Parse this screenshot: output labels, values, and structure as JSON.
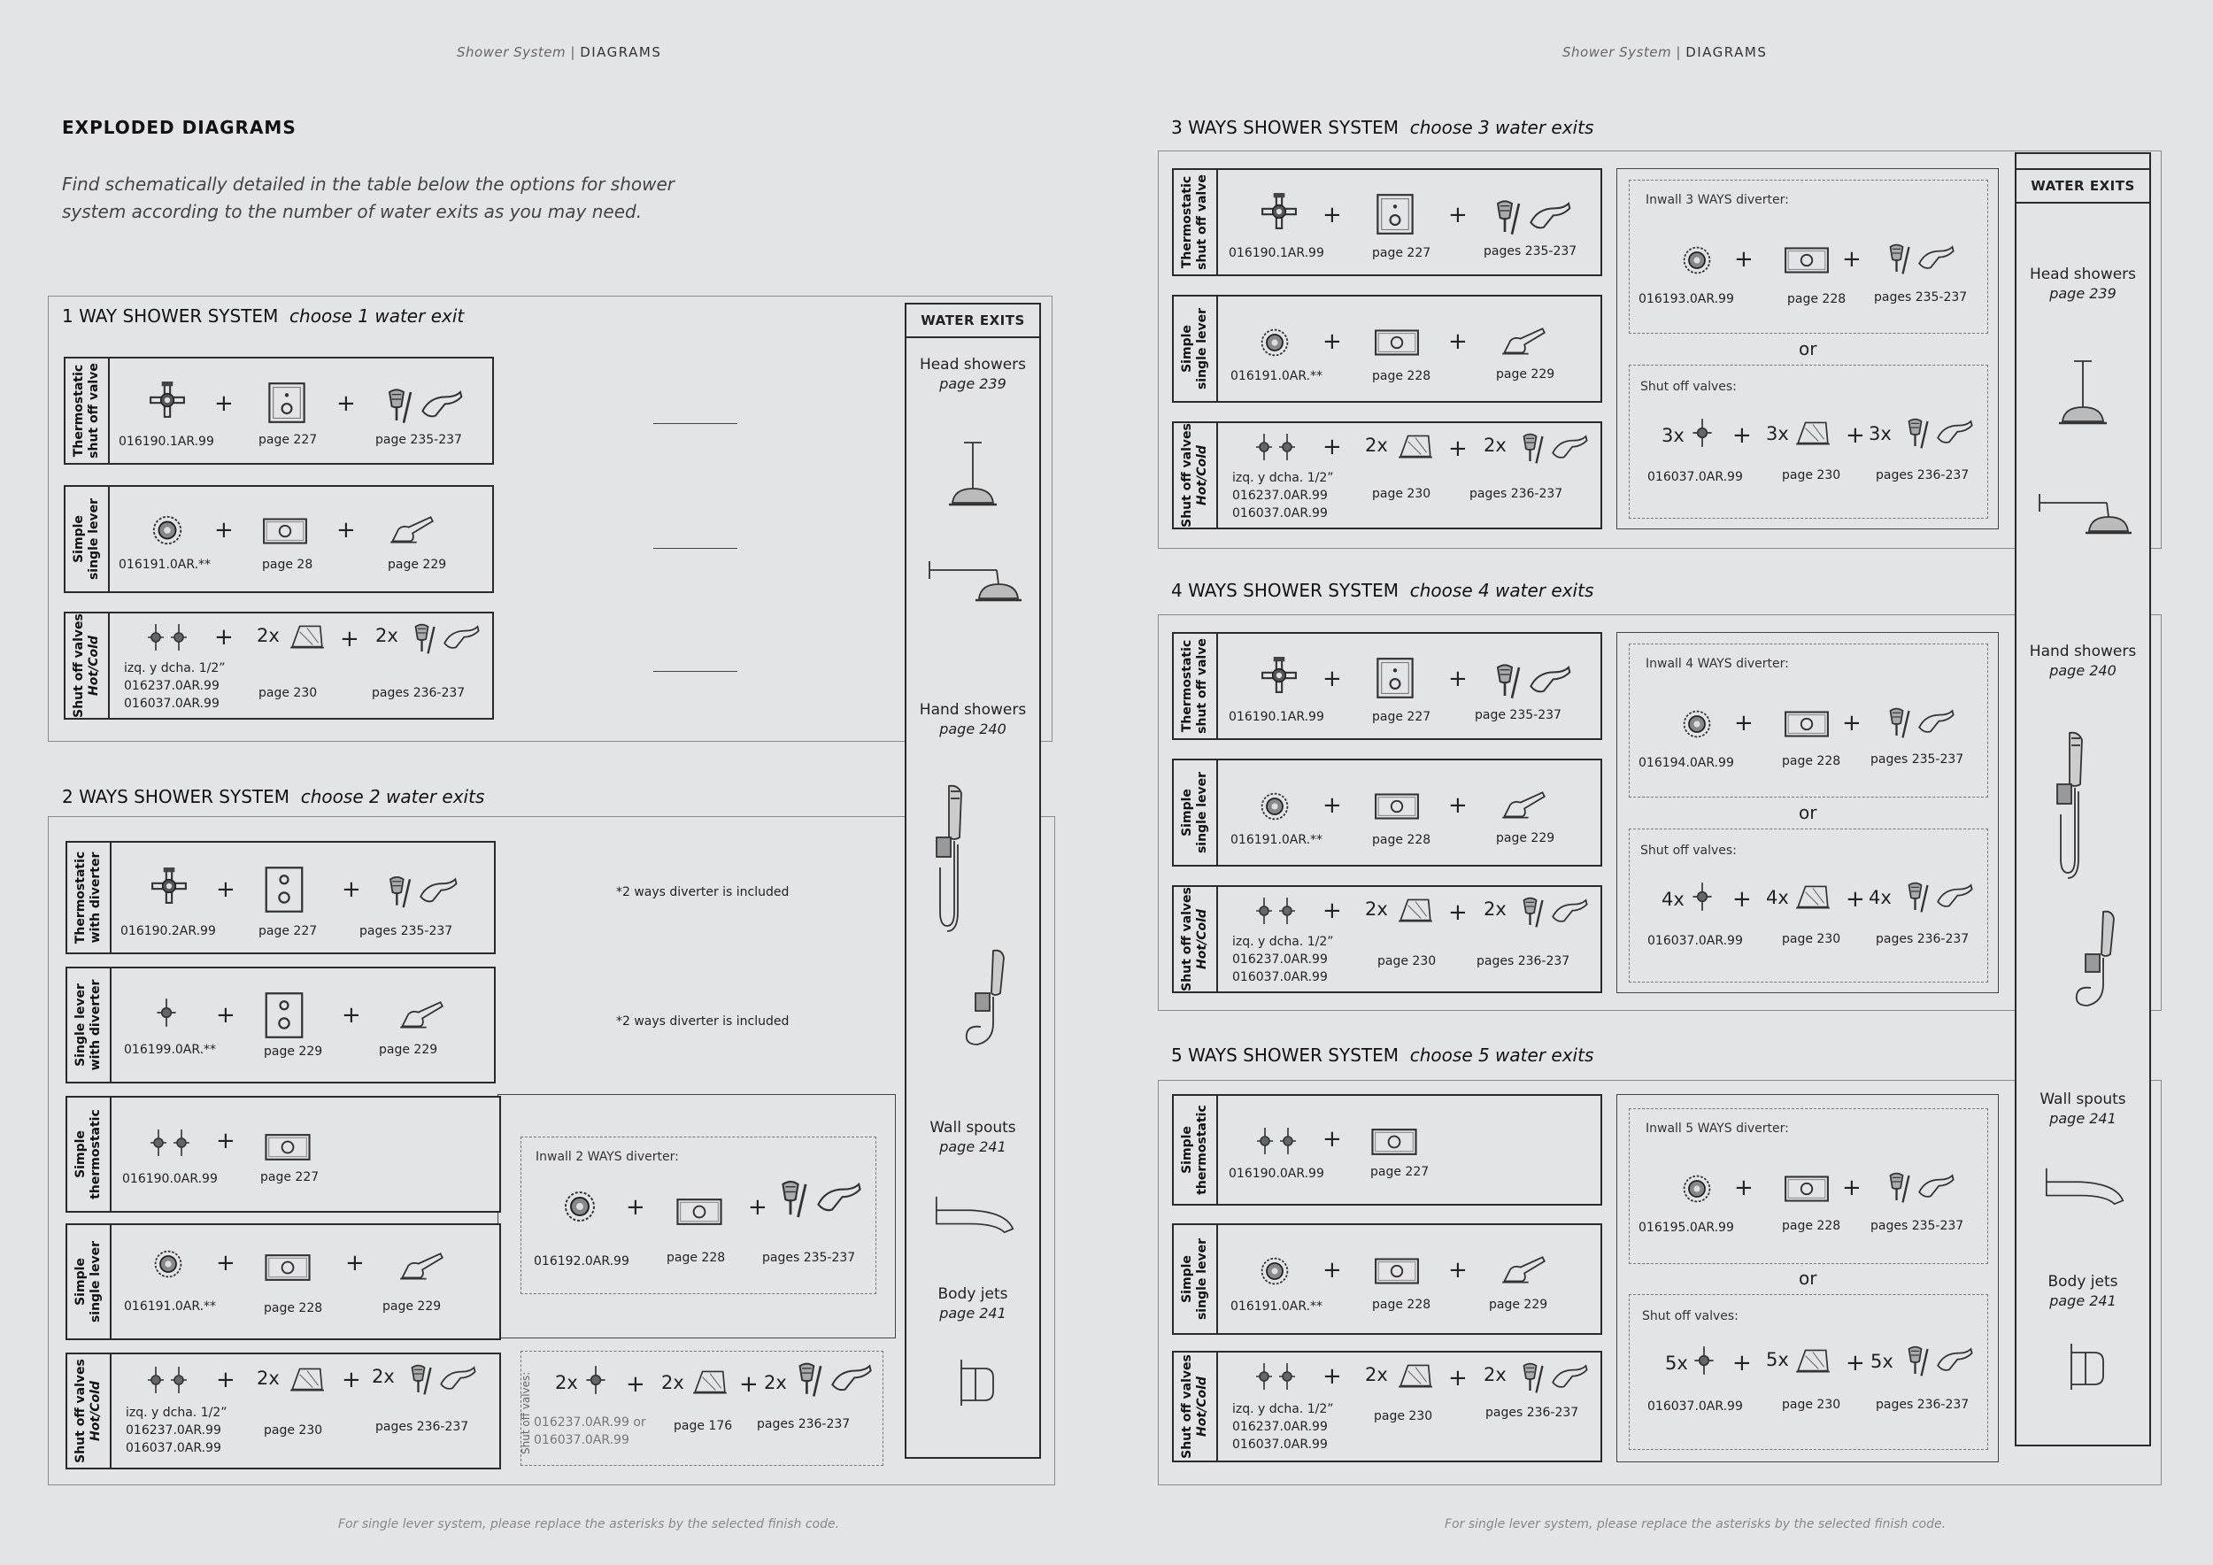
{
  "header": {
    "left_title": "Shower System",
    "left_section": "DIAGRAMS",
    "right_title": "Shower System",
    "right_section": "DIAGRAMS",
    "sep": "|"
  },
  "intro": {
    "heading": "EXPLODED DIAGRAMS",
    "text": "Find schematically detailed in the table below the options for shower system according to the number of water exits as you may need."
  },
  "labels": {
    "thermostatic": "Thermostatic\nshut off valve",
    "simple_single": "Simple\nsingle lever",
    "shut_off": "Shut off valves",
    "hot_cold": "Hot/Cold",
    "thermo_div": "Thermostatic\nwith diverter",
    "single_div": "Single lever\nwith diverter",
    "simple_thermo": "Simple\nthermostatic"
  },
  "common": {
    "plus": "+",
    "or": "or",
    "izq": "izq. y dcha. 1/2”",
    "c1": "016237.0AR.99",
    "c2": "016037.0AR.99",
    "shutoff_label": "Shut off valves:",
    "shutoff_v": "Shut off valves:",
    "diverter_note": "*2 ways diverter is included"
  },
  "s1": {
    "title": "1 WAY SHOWER SYSTEM",
    "sub": "choose 1 water exit",
    "r1": {
      "code": "016190.1AR.99",
      "p1": "page 227",
      "p2": "page 235-237"
    },
    "r2": {
      "code": "016191.0AR.**",
      "p1": "page 28",
      "p2": "page 229"
    },
    "r3": {
      "m1": "2x",
      "m2": "2x",
      "p1": "page 230",
      "p2": "pages 236-237"
    }
  },
  "s2": {
    "title": "2 WAYS SHOWER SYSTEM",
    "sub": "choose 2 water exits",
    "r1": {
      "code": "016190.2AR.99",
      "p1": "page 227",
      "p2": "pages 235-237"
    },
    "r2": {
      "code": "016199.0AR.**",
      "p1": "page 229",
      "p2": "page 229"
    },
    "r3": {
      "code": "016190.0AR.99",
      "p1": "page 227"
    },
    "r4": {
      "code": "016191.0AR.**",
      "p1": "page 228",
      "p2": "page 229"
    },
    "inwall": {
      "label": "Inwall 2 WAYS diverter:",
      "code": "016192.0AR.99",
      "p1": "page 228",
      "p2": "pages 235-237"
    },
    "r5": {
      "m1": "2x",
      "m2": "2x",
      "p1": "page 230",
      "p2": "pages 236-237"
    },
    "shut": {
      "m1": "2x",
      "m2": "2x",
      "m3": "2x",
      "code": "016237.0AR.99 or\n016037.0AR.99",
      "p1": "page 176",
      "p2": "pages 236-237"
    }
  },
  "s3": {
    "title": "3 WAYS SHOWER SYSTEM",
    "sub": "choose 3 water exits",
    "r1": {
      "code": "016190.1AR.99",
      "p1": "page 227",
      "p2": "pages 235-237"
    },
    "r2": {
      "code": "016191.0AR.**",
      "p1": "page 228",
      "p2": "page 229"
    },
    "r3": {
      "m1": "2x",
      "m2": "2x",
      "p1": "page 230",
      "p2": "pages 236-237"
    },
    "inwall": {
      "label": "Inwall 3 WAYS diverter:",
      "code": "016193.0AR.99",
      "p1": "page 228",
      "p2": "pages 235-237"
    },
    "shut": {
      "m1": "3x",
      "m2": "3x",
      "m3": "3x",
      "code": "016037.0AR.99",
      "p1": "page 230",
      "p2": "pages 236-237"
    }
  },
  "s4": {
    "title": "4 WAYS SHOWER SYSTEM",
    "sub": "choose 4 water exits",
    "r1": {
      "code": "016190.1AR.99",
      "p1": "page 227",
      "p2": "page 235-237"
    },
    "r2": {
      "code": "016191.0AR.**",
      "p1": "page 228",
      "p2": "page 229"
    },
    "r3": {
      "m1": "2x",
      "m2": "2x",
      "p1": "page 230",
      "p2": "pages 236-237"
    },
    "inwall": {
      "label": "Inwall 4 WAYS diverter:",
      "code": "016194.0AR.99",
      "p1": "page 228",
      "p2": "pages 235-237"
    },
    "shut": {
      "m1": "4x",
      "m2": "4x",
      "m3": "4x",
      "code": "016037.0AR.99",
      "p1": "page 230",
      "p2": "pages 236-237"
    }
  },
  "s5": {
    "title": "5 WAYS SHOWER SYSTEM",
    "sub": "choose 5 water exits",
    "r1": {
      "code": "016190.0AR.99",
      "p1": "page 227"
    },
    "r2": {
      "code": "016191.0AR.**",
      "p1": "page 228",
      "p2": "page 229"
    },
    "r3": {
      "m1": "2x",
      "m2": "2x",
      "p1": "page 230",
      "p2": "pages 236-237"
    },
    "inwall": {
      "label": "Inwall 5 WAYS diverter:",
      "code": "016195.0AR.99",
      "p1": "page 228",
      "p2": "pages 235-237"
    },
    "shut": {
      "m1": "5x",
      "m2": "5x",
      "m3": "5x",
      "code": "016037.0AR.99",
      "p1": "page 230",
      "p2": "pages 236-237"
    }
  },
  "water_exits": {
    "heading": "WATER EXITS",
    "head": "Head showers",
    "head_p": "page 239",
    "hand": "Hand showers",
    "hand_p": "page 240",
    "spout": "Wall spouts",
    "spout_p": "page 241",
    "jets": "Body jets",
    "jets_p": "page 241"
  },
  "footer": {
    "left": "For single lever system, please replace the asterisks by the selected finish code.",
    "right": "For single lever system, please replace the asterisks by the selected finish code."
  }
}
